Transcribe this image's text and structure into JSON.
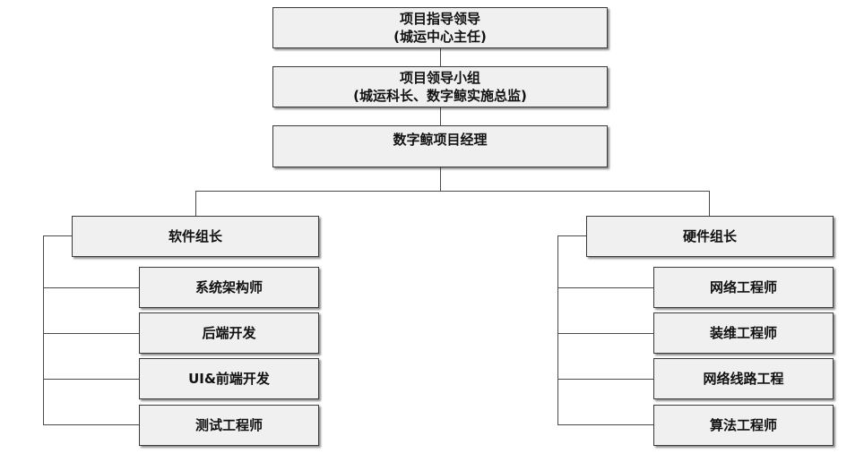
{
  "org": {
    "director": {
      "line1": "项目指导领导",
      "line2": "(城运中心主任)"
    },
    "leadership_group": {
      "line1": "项目领导小组",
      "line2": "(城运科长、数字鲸实施总监)"
    },
    "project_manager": "数字鲸项目经理",
    "software": {
      "lead": "软件组长",
      "members": [
        "系统架构师",
        "后端开发",
        "UI&前端开发",
        "测试工程师"
      ]
    },
    "hardware": {
      "lead": "硬件组长",
      "members": [
        "网络工程师",
        "装维工程师",
        "网络线路工程",
        "算法工程师"
      ]
    }
  }
}
